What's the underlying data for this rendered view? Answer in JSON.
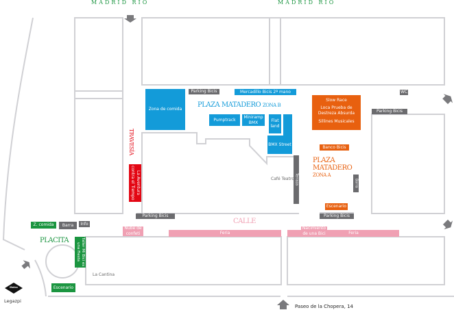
{
  "header": {
    "madrid_rio_left": "MADRID RÍO",
    "madrid_rio_right": "MADRID RÍO"
  },
  "zona_b": {
    "title": "PLAZA MATADERO",
    "subtitle": "ZONA B",
    "zona_comida": "Zona de comida",
    "parking": "Parking Bicis",
    "mercadillo": "Mercadillo Bicis 2ª mano",
    "pumptrack": "Pumptrack",
    "miniramp": "Miniramp BMX",
    "flatland": "Flat land",
    "bmx_street": "BMX Street",
    "cafe_teatro": "Café Teatro",
    "terraza": "Terraza",
    "parking_bottom": "Parking Bicis"
  },
  "travesia": {
    "title": "TRAVESÍA",
    "aventura": "La Aventura contra el Tiempo"
  },
  "zona_a": {
    "title1": "PLAZA",
    "title2": "MATADERO",
    "subtitle": "ZONA A",
    "activities": [
      "Slow Race",
      "Loca Prueba de Destreza Absurda",
      "Sillines Musicales"
    ],
    "banco": "Banco Bicis",
    "barra": "Barra",
    "escenario": "Escenario",
    "parking": "Parking Bicis",
    "wc": "WC",
    "parking_right": "Parking Bicis"
  },
  "calle": {
    "title": "CALLE",
    "nube": "Nube de confeti",
    "feria_left": "Feria",
    "nacimiento": "Nacimiento de una Bici",
    "feria_right": "Feria"
  },
  "placita": {
    "title": "PLACITA",
    "z_comida": "Z. comida",
    "barra": "Barra",
    "info": "Info",
    "taller": "Taller Mi Bici es una Fiesta",
    "cantina": "La Cantina",
    "escenario": "Escenario"
  },
  "footer": {
    "metro": "Metro",
    "station": "Legazpi",
    "address": "Paseo de la Chopera, 14"
  },
  "colors": {
    "blue": "#139bd9",
    "orange": "#e8600f",
    "red": "#e30613",
    "green": "#1b9540",
    "gray": "#6b6b6e",
    "pink": "#f0a0b3"
  }
}
